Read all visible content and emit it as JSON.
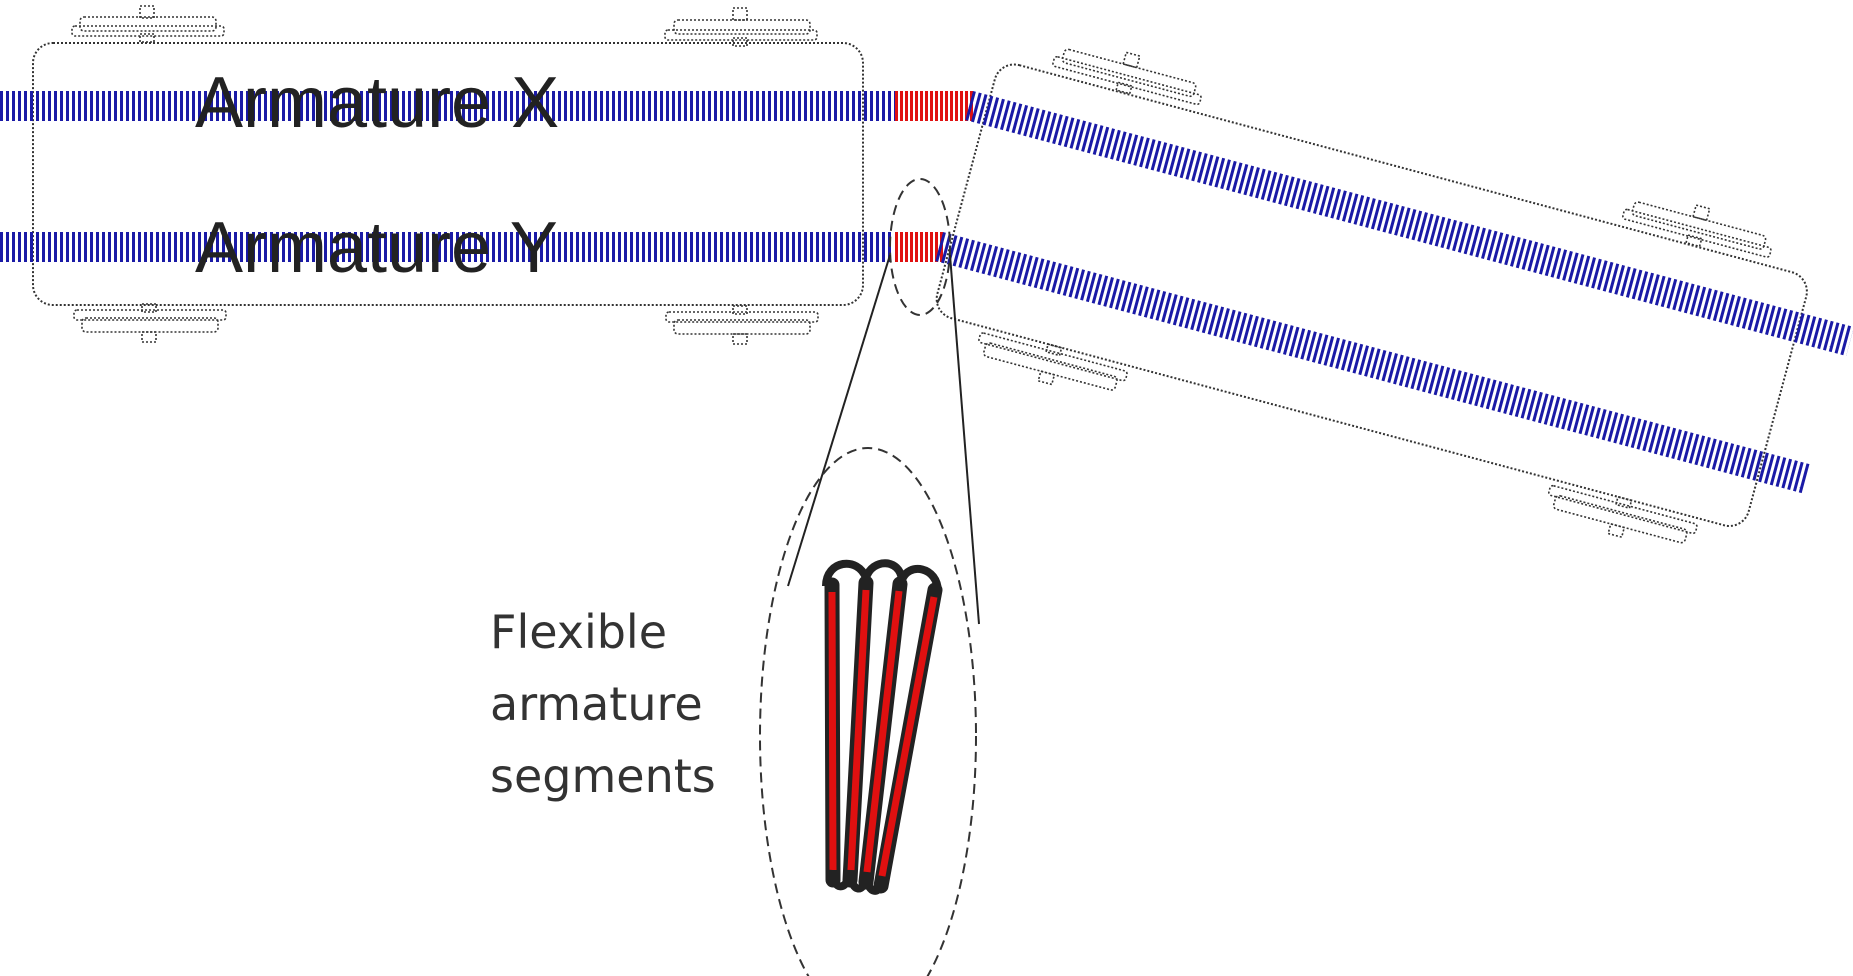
{
  "labels": {
    "armature_x": "Armature X",
    "armature_y": "Armature Y",
    "flex_line1": "Flexible",
    "flex_line2": "armature",
    "flex_line3": "segments"
  },
  "colors": {
    "armature": "#1a1aa6",
    "flexible": "#e01010",
    "segment_outline": "#222222",
    "outline": "#333333"
  }
}
